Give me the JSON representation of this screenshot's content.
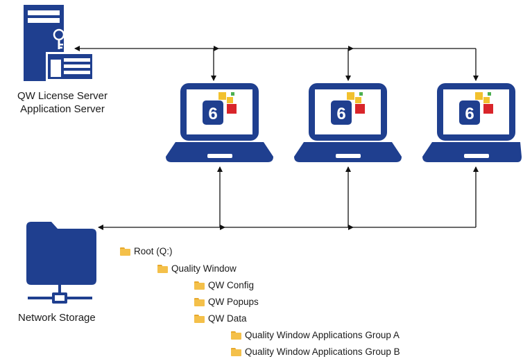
{
  "server": {
    "label_line1": "QW License Server",
    "label_line2": "Application Server",
    "icon": "server-key-icon"
  },
  "laptops": [
    {
      "icon": "laptop-icon",
      "app_badge": "6"
    },
    {
      "icon": "laptop-icon",
      "app_badge": "6"
    },
    {
      "icon": "laptop-icon",
      "app_badge": "6"
    }
  ],
  "storage": {
    "label": "Network Storage",
    "icon": "network-folder-icon"
  },
  "tree": [
    {
      "label": "Root (Q:)"
    },
    {
      "label": "Quality Window"
    },
    {
      "label": "QW Config"
    },
    {
      "label": "QW Popups"
    },
    {
      "label": "QW Data"
    },
    {
      "label": "Quality Window Applications Group A"
    },
    {
      "label": "Quality Window Applications Group B"
    }
  ],
  "colors": {
    "navy": "#1f3f8f",
    "line": "#111111",
    "folder": "#f4c04a",
    "badge_green": "#4caf50",
    "badge_yellow": "#f2c12e",
    "badge_red": "#d9252a"
  }
}
